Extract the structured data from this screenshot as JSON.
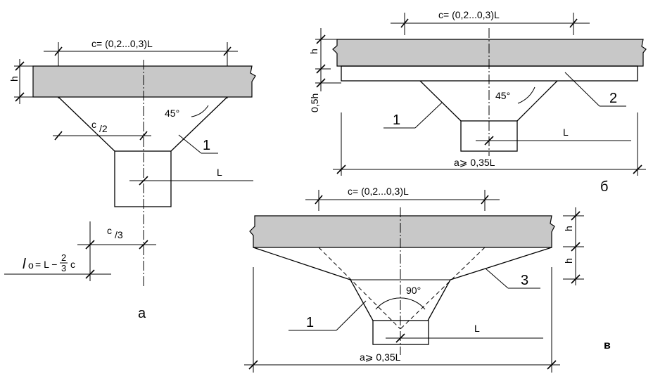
{
  "panel_a": {
    "dim_c": "c= (0,2...0,3)L",
    "label_h": "h",
    "label_c2_num": "c",
    "label_c2_den": "/2",
    "label_angle": "45°",
    "label_1": "1",
    "label_L": "L",
    "label_c3_num": "c",
    "label_c3_den": "/3",
    "formula_l0": "l",
    "formula_sub": "o",
    "formula_rest": "= L −",
    "formula_frac_num": "2",
    "formula_frac_den": "3",
    "formula_c": "c",
    "caption": "а"
  },
  "panel_b": {
    "dim_c": "c= (0,2...0,3)L",
    "label_h": "h",
    "label_05h": "0,5h",
    "label_angle": "45°",
    "label_1": "1",
    "label_2": "2",
    "label_L": "L",
    "dim_a": "a⩾ 0,35L",
    "caption": "б"
  },
  "panel_v": {
    "dim_c": "c= (0,2...0,3)L",
    "label_h_top": "h",
    "label_h_bottom": "h",
    "label_angle": "90°",
    "label_1": "1",
    "label_3": "3",
    "label_L": "L",
    "dim_a": "a⩾ 0,35L",
    "caption": "в"
  }
}
